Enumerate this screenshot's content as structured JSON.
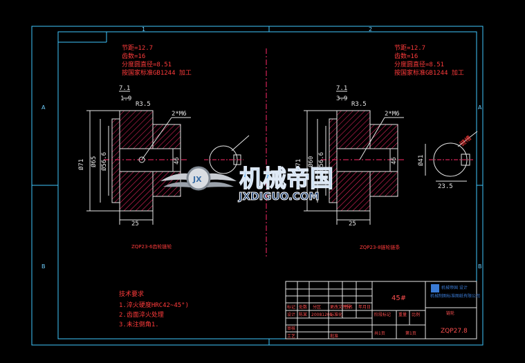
{
  "colors": {
    "background": "#000000",
    "frame": "#40c8ff",
    "part_outline": "#e8e8e8",
    "hatch": "#ff2a6a",
    "annotation": "#ff3b3b",
    "watermark_blue": "#5aa8e8"
  },
  "zones": {
    "top_1": "1",
    "top_2": "2",
    "left_a": "A",
    "left_b": "B",
    "right_a": "A",
    "right_b": "B"
  },
  "left_view": {
    "spec": [
      "节距=12.7",
      "齿数=16",
      "分度圆直径=8.51",
      "按国家标准GB1244 加工"
    ],
    "dims": {
      "d71": "7.1",
      "d19": "1.9",
      "r35": "R3.5",
      "m6": "2*M6",
      "phi71": "Ø71",
      "phi65": "Ø65",
      "phi566": "Ø56.6",
      "h46": "46",
      "w25": "25"
    },
    "caption": "ZQP23-6齿轮链轮"
  },
  "right_view": {
    "spec": [
      "节距=12.7",
      "齿数=16",
      "分度圆直径=8.51",
      "按国家标准GB1244 加工"
    ],
    "dims": {
      "d71": "7.1",
      "d39": "3.9",
      "r35": "R3.5",
      "m6": "2*M6",
      "phi71": "Ø71",
      "phi60": "Ø60",
      "phi566": "Ø56.6",
      "h46": "46",
      "w25": "25",
      "d41": "Ø41",
      "w235": "23.5",
      "key": "键槽"
    },
    "caption": "ZQP23-8链轮链条"
  },
  "notes": {
    "title": "技术要求",
    "items": [
      "1.淬火硬度HRC42~45°)",
      "2.齿面淬火处理",
      "3.未注倒角1."
    ]
  },
  "title_block": {
    "material": "45#",
    "company_line1": "机械帝国 设计",
    "company_line2": "机械制图标准图纸有限公司",
    "part_name": "链轮",
    "drawing_no": "ZQP27.8",
    "row_labels": [
      "标记",
      "处数",
      "分区",
      "更改文件号",
      "签名",
      "年月日"
    ],
    "design_row": [
      "设计",
      "陈某",
      "20081201",
      "标准化"
    ],
    "stage_labels": [
      "阶段标记",
      "重量",
      "比例"
    ],
    "review_row": [
      "审核"
    ],
    "process_row": [
      "工艺",
      "批准"
    ],
    "sheet_total": "共1页",
    "sheet_no": "第1页"
  },
  "watermark": {
    "text_cn": "机械帝国",
    "text_en": "JXDIGUO.COM",
    "emblem": "JX"
  }
}
